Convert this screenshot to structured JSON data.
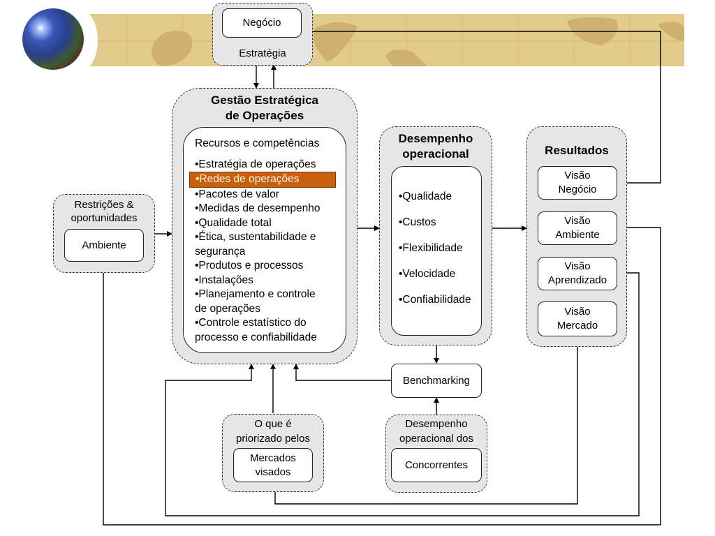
{
  "header": {
    "logo_icon": "globe-icon",
    "banner": "world-map-banner"
  },
  "estrategia": {
    "box_label": "Negócio",
    "group_label": "Estratégia"
  },
  "gestao": {
    "title_line1": "Gestão Estratégica",
    "title_line2": "de Operações",
    "heading": "Recursos e competências",
    "items": [
      "•Estratégia de operações",
      "•Redes de operações",
      "•Pacotes de valor",
      "•Medidas de desempenho",
      "•Qualidade total",
      "•Ética, sustentabilidade e",
      "segurança",
      "•Produtos e processos",
      "•Instalações",
      "•Planejamento e controle",
      "de operações",
      "•Controle estatístico do",
      "processo e confiabilidade"
    ],
    "highlighted_item_index": 1,
    "highlight_color": "#c8600e"
  },
  "restricoes": {
    "label_line1": "Restrições &",
    "label_line2": "oportunidades",
    "box_label": "Ambiente"
  },
  "desempenho": {
    "title_line1": "Desempenho",
    "title_line2": "operacional",
    "items": [
      "•Qualidade",
      "•Custos",
      "•Flexibilidade",
      "•Velocidade",
      "•Confiabilidade"
    ]
  },
  "resultados": {
    "title": "Resultados",
    "boxes": [
      {
        "line1": "Visão",
        "line2": "Negócio"
      },
      {
        "line1": "Visão",
        "line2": "Ambiente"
      },
      {
        "line1": "Visão",
        "line2": "Aprendizado"
      },
      {
        "line1": "Visão",
        "line2": "Mercado"
      }
    ]
  },
  "benchmarking": {
    "label": "Benchmarking"
  },
  "mercados": {
    "label_line1": "O que é",
    "label_line2": "priorizado pelos",
    "box_line1": "Mercados",
    "box_line2": "visados"
  },
  "concorrentes": {
    "label_line1": "Desempenho",
    "label_line2": "operacional dos",
    "box_label": "Concorrentes"
  },
  "colors": {
    "group_fill": "#e6e6e6",
    "banner": "#e2cb8c",
    "highlight": "#c8600e"
  }
}
